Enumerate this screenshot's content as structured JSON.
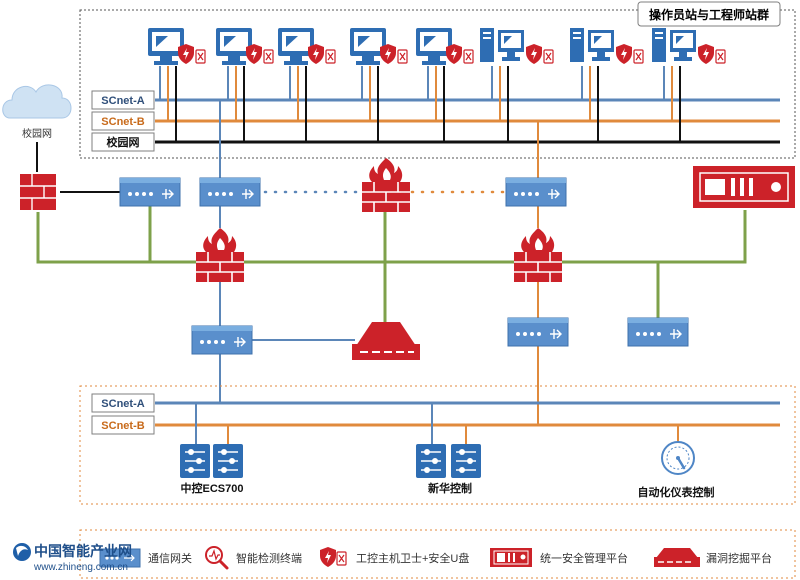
{
  "zones": {
    "top_title": "操作员站与工程师站群"
  },
  "networks": {
    "scnet_a": "SCnet-A",
    "scnet_b": "SCnet-B",
    "campus": "校园网"
  },
  "cloud_label": "校园网",
  "systems": {
    "supcon": "中控ECS700",
    "xinhua": "新华控制",
    "automation": "自动化仪表控制"
  },
  "legend": {
    "items": [
      {
        "label": "通信网关",
        "icon": "gateway-icon"
      },
      {
        "label": "智能检测终端",
        "icon": "detector-icon"
      },
      {
        "label": "工控主机卫士+安全U盘",
        "icon": "shield-icon"
      },
      {
        "label": "统一安全管理平台",
        "icon": "management-platform-icon"
      },
      {
        "label": "漏洞挖掘平台",
        "icon": "vuln-platform-icon"
      }
    ]
  },
  "watermark": {
    "brand": "中国智能产业网",
    "url": "www.zhineng.com.cn"
  },
  "colors": {
    "scnet_a": "#5b86b8",
    "scnet_b": "#e08a3c",
    "campus": "#111111",
    "green_link": "#7ea14a",
    "device_blue": "#4f86c6",
    "device_red": "#cc2229",
    "label_border": "#7f7f7f"
  }
}
